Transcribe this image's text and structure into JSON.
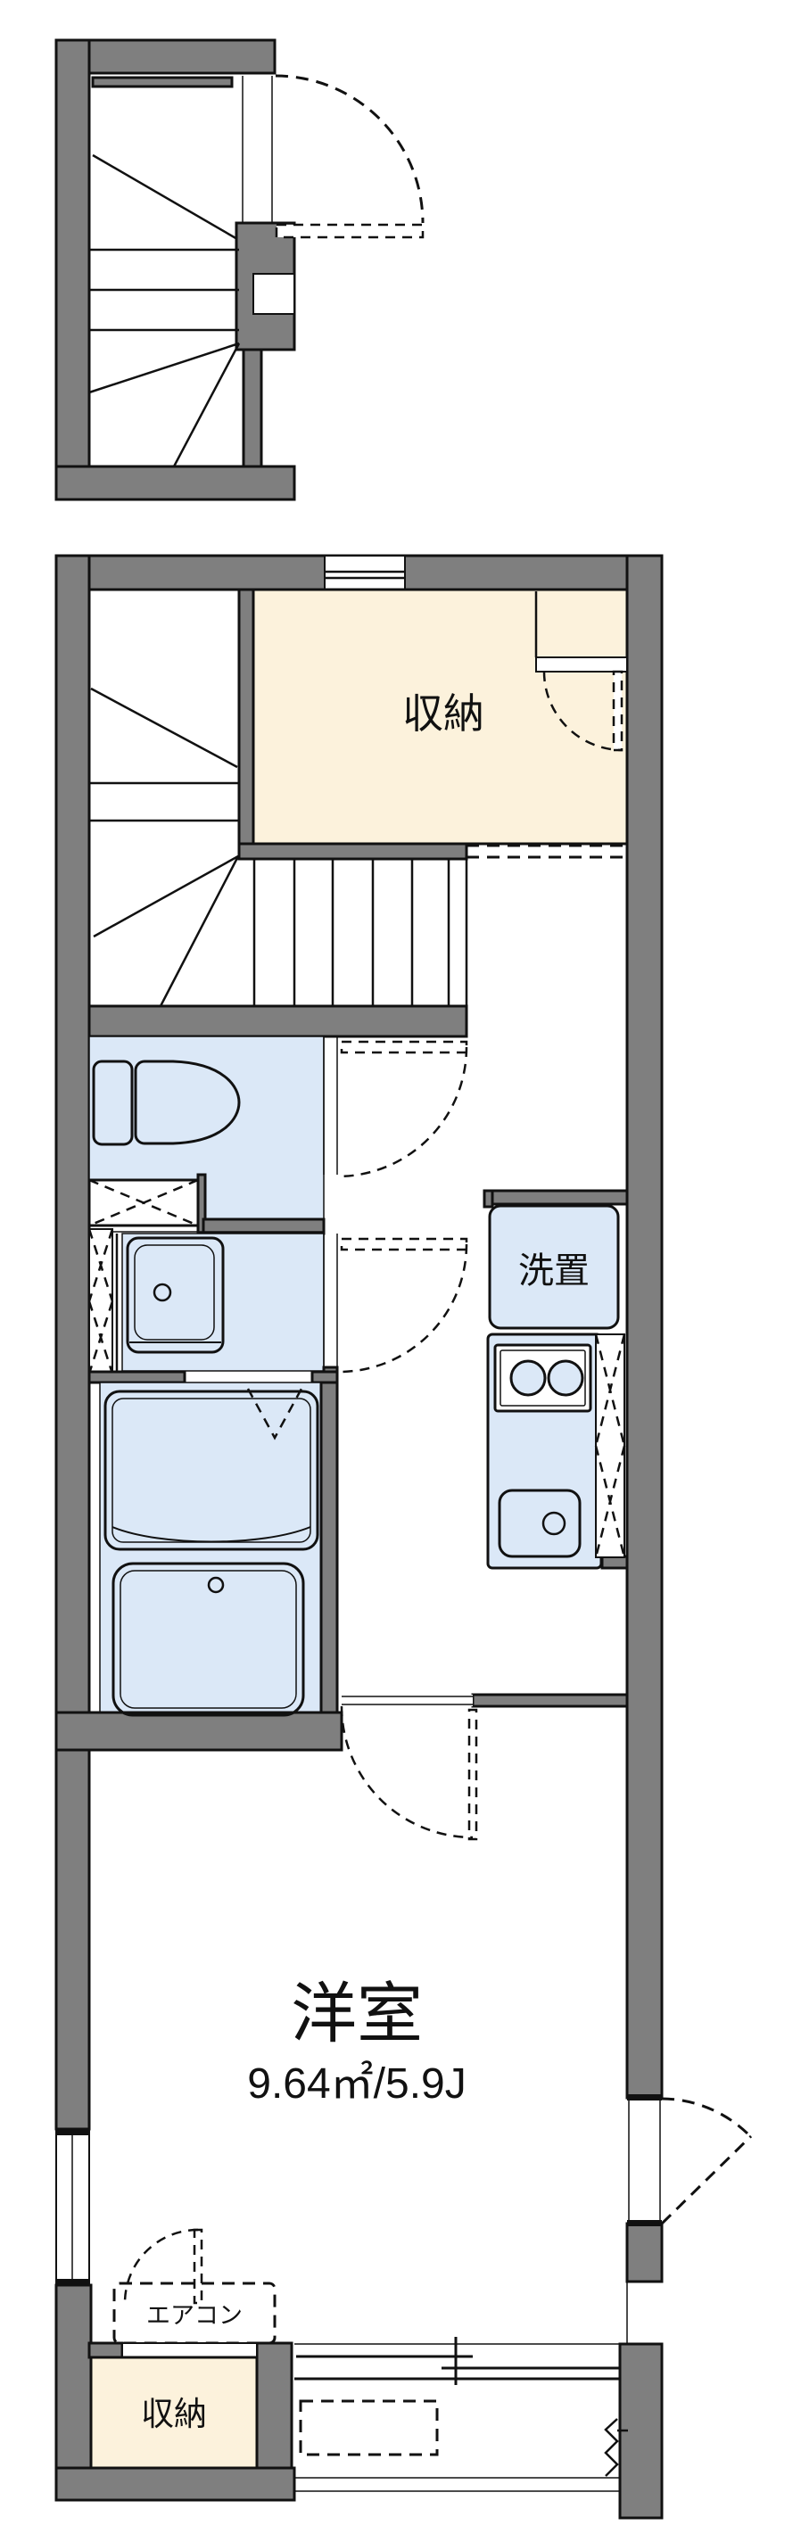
{
  "title": "floor-plan",
  "labels": {
    "storage_top": {
      "text": "収納"
    },
    "washer_place": {
      "text": "洗置"
    },
    "main_room": {
      "text": "洋室"
    },
    "main_room_area": {
      "text": "9.64㎡/5.9J"
    },
    "aircon": {
      "text": "エアコン"
    },
    "storage_bottom": {
      "text": "収納"
    }
  },
  "colors": {
    "wall": "#7f7f7f",
    "cream": "#fcf2dc",
    "blue": "#dbe8f7",
    "line": "#111111"
  }
}
